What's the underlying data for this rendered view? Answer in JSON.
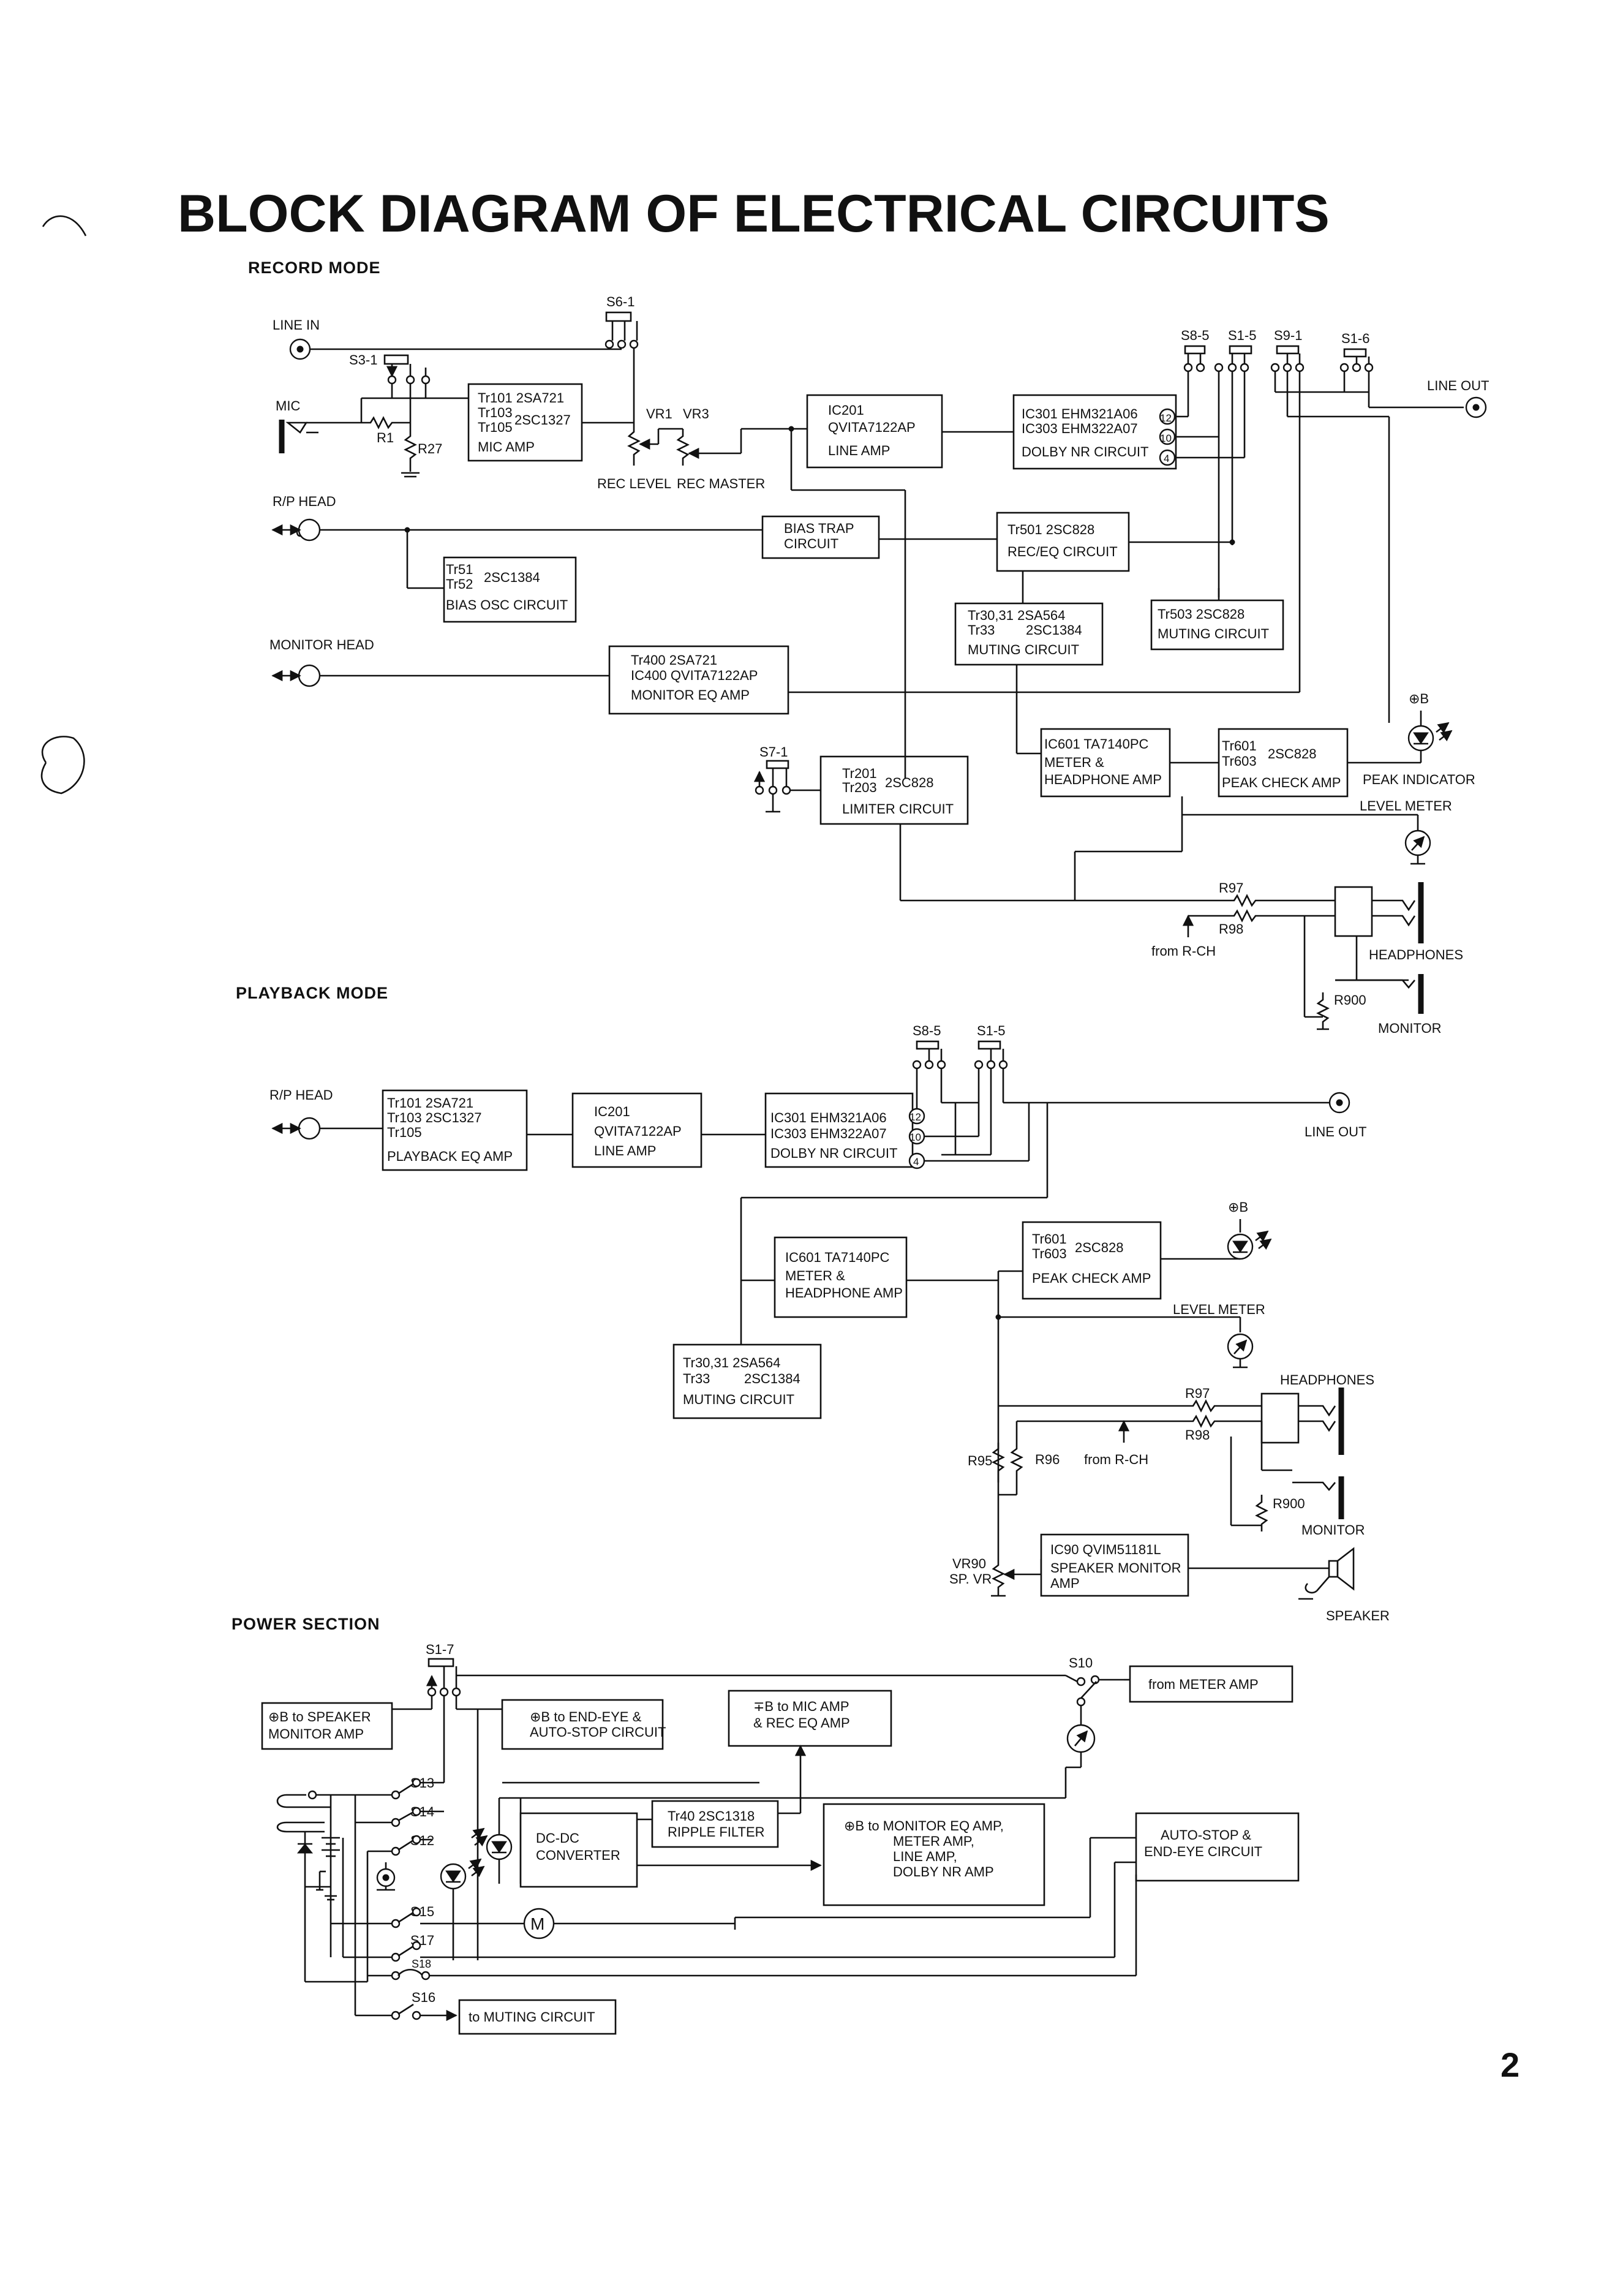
{
  "title": "BLOCK DIAGRAM OF ELECTRICAL CIRCUITS",
  "page_number": "2",
  "record": {
    "heading": "RECORD MODE",
    "line_in": "LINE IN",
    "line_out": "LINE OUT",
    "mic": "MIC",
    "rp_head": "R/P HEAD",
    "monitor_head": "MONITOR HEAD",
    "s3_1": "S3-1",
    "s6_1": "S6-1",
    "s8_5": "S8-5",
    "s1_5": "S1-5",
    "s9_1": "S9-1",
    "s1_6": "S1-6",
    "s7_1": "S7-1",
    "r1": "R1",
    "r27": "R27",
    "vr1": "VR1",
    "vr3": "VR3",
    "rec_level": "REC LEVEL",
    "rec_master": "REC MASTER",
    "mic_amp": [
      "Tr101 2SA721",
      "Tr103",
      "Tr105",
      "2SC1327",
      "MIC AMP"
    ],
    "ic201": [
      "IC201",
      "QVITA7122AP",
      "LINE AMP"
    ],
    "ic301": [
      "IC301 EHM321A06",
      "IC303 EHM322A07",
      "DOLBY NR CIRCUIT"
    ],
    "pins": [
      "12",
      "10",
      "4"
    ],
    "bias_trap": [
      "BIAS TRAP",
      "CIRCUIT"
    ],
    "tr501": [
      "Tr501 2SC828",
      "REC/EQ CIRCUIT"
    ],
    "bias_osc": [
      "Tr51",
      "Tr52",
      "2SC1384",
      "BIAS OSC CIRCUIT"
    ],
    "tr30": [
      "Tr30,31 2SA564",
      "Tr33",
      "2SC1384",
      "MUTING CIRCUIT"
    ],
    "tr503": [
      "Tr503 2SC828",
      "MUTING CIRCUIT"
    ],
    "tr400": [
      "Tr400 2SA721",
      "IC400 QVITA7122AP",
      "MONITOR EQ AMP"
    ],
    "ic601": [
      "IC601 TA7140PC",
      "METER &",
      "HEADPHONE AMP"
    ],
    "tr601": [
      "Tr601",
      "Tr603",
      "2SC828",
      "PEAK CHECK AMP"
    ],
    "tr201": [
      "Tr201",
      "Tr203",
      "2SC828",
      "LIMITER CIRCUIT"
    ],
    "plus_b": "⊕B",
    "peak_indicator": "PEAK INDICATOR",
    "level_meter": "LEVEL METER",
    "r97": "R97",
    "r98": "R98",
    "from_rch": "from R-CH",
    "headphones": "HEADPHONES",
    "r900": "R900",
    "monitor": "MONITOR"
  },
  "playback": {
    "heading": "PLAYBACK MODE",
    "rp_head": "R/P HEAD",
    "s8_5": "S8-5",
    "s1_5": "S1-5",
    "line_out": "LINE OUT",
    "eq_amp": [
      "Tr101 2SA721",
      "Tr103 2SC1327",
      "Tr105",
      "PLAYBACK EQ AMP"
    ],
    "ic201": [
      "IC201",
      "QVITA7122AP",
      "LINE AMP"
    ],
    "ic301": [
      "IC301 EHM321A06",
      "IC303 EHM322A07",
      "DOLBY NR CIRCUIT"
    ],
    "pins": [
      "12",
      "10",
      "4"
    ],
    "ic601": [
      "IC601 TA7140PC",
      "METER &",
      "HEADPHONE AMP"
    ],
    "tr601": [
      "Tr601",
      "Tr603",
      "2SC828",
      "PEAK CHECK AMP"
    ],
    "tr30": [
      "Tr30,31 2SA564",
      "Tr33",
      "2SC1384",
      "MUTING CIRCUIT"
    ],
    "plus_b": "⊕B",
    "level_meter": "LEVEL METER",
    "headphones": "HEADPHONES",
    "r97": "R97",
    "r98": "R98",
    "r95": "R95",
    "r96": "R96",
    "from_rch": "from R-CH",
    "r900": "R900",
    "monitor": "MONITOR",
    "vr90": "VR90",
    "sp_vr": "SP. VR",
    "ic90": [
      "IC90 QVIM51181L",
      "SPEAKER MONITOR",
      "AMP"
    ],
    "speaker": "SPEAKER"
  },
  "power": {
    "heading": "POWER SECTION",
    "s1_7": "S1-7",
    "s10": "S10",
    "from_meter_amp": "from METER AMP",
    "speaker_amp": [
      "⊕B to SPEAKER",
      "MONITOR AMP"
    ],
    "end_eye": [
      "⊕B to END-EYE &",
      "AUTO-STOP CIRCUIT"
    ],
    "mic_amp": [
      "∓B to MIC AMP",
      "& REC EQ AMP"
    ],
    "s13": "S13",
    "s14": "S14",
    "s12": "S12",
    "s15": "S15",
    "s17": "S17",
    "s18": "S18",
    "s16": "S16",
    "dcdc": [
      "DC-DC",
      "CONVERTER"
    ],
    "ripple": [
      "Tr40 2SC1318",
      "RIPPLE FILTER"
    ],
    "monitor_eq": [
      "⊕B to MONITOR EQ AMP,",
      "METER AMP,",
      "LINE AMP,",
      "DOLBY NR AMP"
    ],
    "autostop": [
      "AUTO-STOP &",
      "END-EYE CIRCUIT"
    ],
    "muting": "to MUTING CIRCUIT",
    "motor": "M"
  }
}
